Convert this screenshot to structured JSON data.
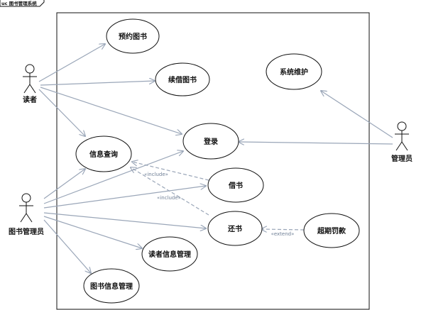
{
  "frame_label": "uc 图书管理系统",
  "actors": {
    "reader": "读者",
    "librarian": "图书管理员",
    "admin": "管理员"
  },
  "use_cases": {
    "reserve": "预约图书",
    "renew": "续借图书",
    "maintain": "系统维护",
    "login": "登录",
    "query": "信息查询",
    "borrow": "借书",
    "return": "还书",
    "fine": "超期罚款",
    "reader_mgmt": "读者信息管理",
    "book_mgmt": "图书信息管理"
  },
  "stereotypes": {
    "include_1": "«include»",
    "include_2": "«include»",
    "extend": "«extend»"
  },
  "colors": {
    "line": "#9aa6b8",
    "border": "#111111",
    "ellipse_fill": "#ffffff"
  }
}
